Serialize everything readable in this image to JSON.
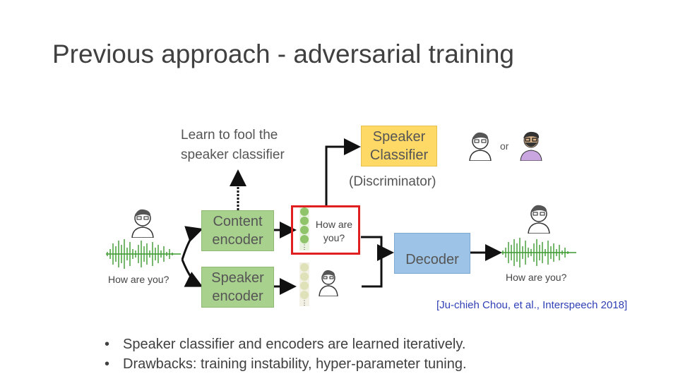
{
  "title": "Previous approach - adversarial training",
  "annotations": {
    "fool_text": "Learn to fool the\nspeaker classifier",
    "discriminator": "(Discriminator)",
    "or": "or"
  },
  "boxes": {
    "speaker_classifier": "Speaker\nClassifier",
    "content_encoder": "Content\nencoder",
    "speaker_encoder": "Speaker\nencoder",
    "decoder": "Decoder"
  },
  "content_text": "How are\nyou?",
  "input_caption": "How are you?",
  "output_caption": "How are you?",
  "citation": "[Ju-chieh Chou, et al., Interspeech 2018]",
  "bullets": [
    "Speaker classifier and encoders are learned iteratively.",
    "Drawbacks: training instability, hyper-parameter tuning."
  ],
  "colors": {
    "content_encoder": "#a9d18e",
    "speaker_encoder": "#a9d18e",
    "speaker_classifier": "#ffd966",
    "decoder": "#9dc3e6",
    "highlight": "#e02020",
    "citation": "#2f3fb5"
  }
}
